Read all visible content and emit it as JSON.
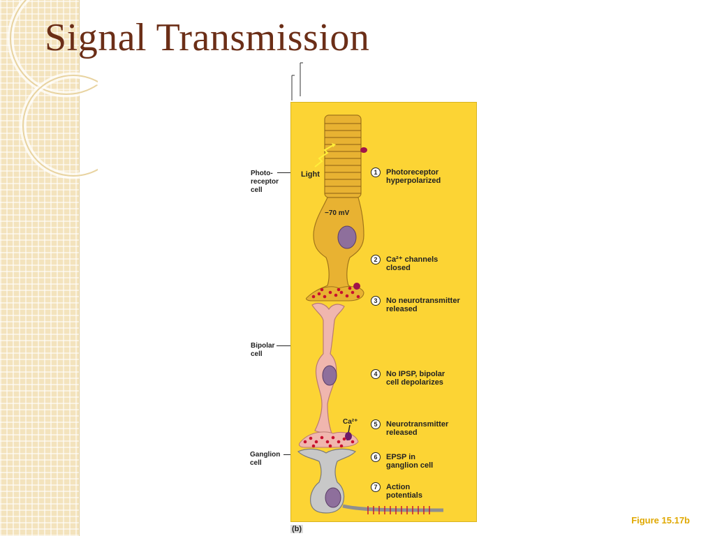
{
  "slide": {
    "title": "Signal Transmission",
    "figure_ref": "Figure 15.17b",
    "panel_letter": "(b)"
  },
  "colors": {
    "title": "#6b2e17",
    "panel_bg": "#fcd434",
    "photoreceptor": "#e8b232",
    "bipolar": "#f0b6ae",
    "ganglion": "#c8c8c8",
    "vesicle": "#c8102e",
    "figure_ref": "#e0a800"
  },
  "diagram": {
    "side_labels": {
      "photoreceptor": "Photo-\nreceptor\ncell",
      "bipolar": "Bipolar\ncell",
      "ganglion": "Ganglion\ncell"
    },
    "inner_labels": {
      "light": "Light",
      "voltage": "−70 mV",
      "calcium": "Ca²⁺"
    },
    "steps": [
      {
        "num": "1",
        "text": "Photoreceptor\nhyperpolarized"
      },
      {
        "num": "2",
        "text": "Ca²⁺ channels\nclosed"
      },
      {
        "num": "3",
        "text": "No neurotransmitter\nreleased"
      },
      {
        "num": "4",
        "text": "No IPSP, bipolar\ncell depolarizes"
      },
      {
        "num": "5",
        "text": "Neurotransmitter\nreleased"
      },
      {
        "num": "6",
        "text": "EPSP in\nganglion cell"
      },
      {
        "num": "7",
        "text": "Action\npotentials"
      }
    ]
  }
}
